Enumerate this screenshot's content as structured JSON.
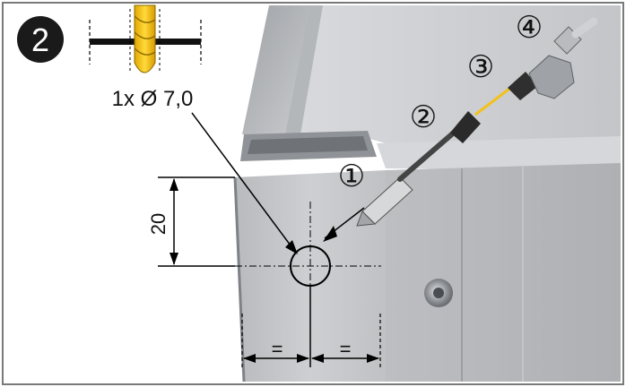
{
  "step": {
    "number": "2"
  },
  "drill": {
    "spec": "1x Ø 7,0"
  },
  "dimensions": {
    "vertical": "20",
    "equal_left": "=",
    "equal_right": "="
  },
  "tools": [
    {
      "label": "①",
      "name": "pencil"
    },
    {
      "label": "②",
      "name": "center-punch"
    },
    {
      "label": "③",
      "name": "drill"
    },
    {
      "label": "④",
      "name": "countersink"
    }
  ],
  "colors": {
    "border": "#7a7a7a",
    "badge": "#1a1a1a",
    "drill_bit": "#f2c21a",
    "panel": "#c7c9cc",
    "line": "#000000"
  }
}
